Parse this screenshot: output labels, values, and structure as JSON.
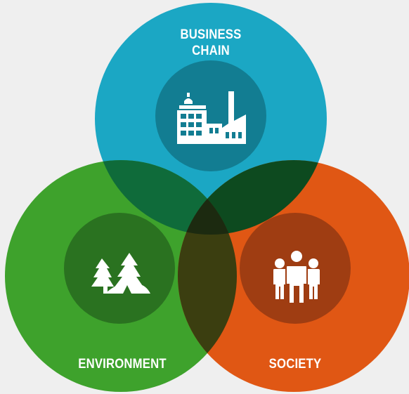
{
  "circles": {
    "business": {
      "label_line1": "BUSINESS",
      "label_line2": "CHAIN",
      "icon": "factory-icon",
      "color": "#1ba7c4",
      "inner_color": "#127d92"
    },
    "environment": {
      "label": "ENVIRONMENT",
      "icon": "trees-icon",
      "color": "#3ea22c",
      "inner_color": "#2a7220"
    },
    "society": {
      "label": "SOCIETY",
      "icon": "people-icon",
      "color": "#e05714",
      "inner_color": "#9f3d12"
    }
  },
  "overlap_colors": {
    "business_environment": "#0f6b3a",
    "business_society": "#0d4a1f",
    "environment_society": "#3b3e10",
    "center": "#1c2a10"
  }
}
